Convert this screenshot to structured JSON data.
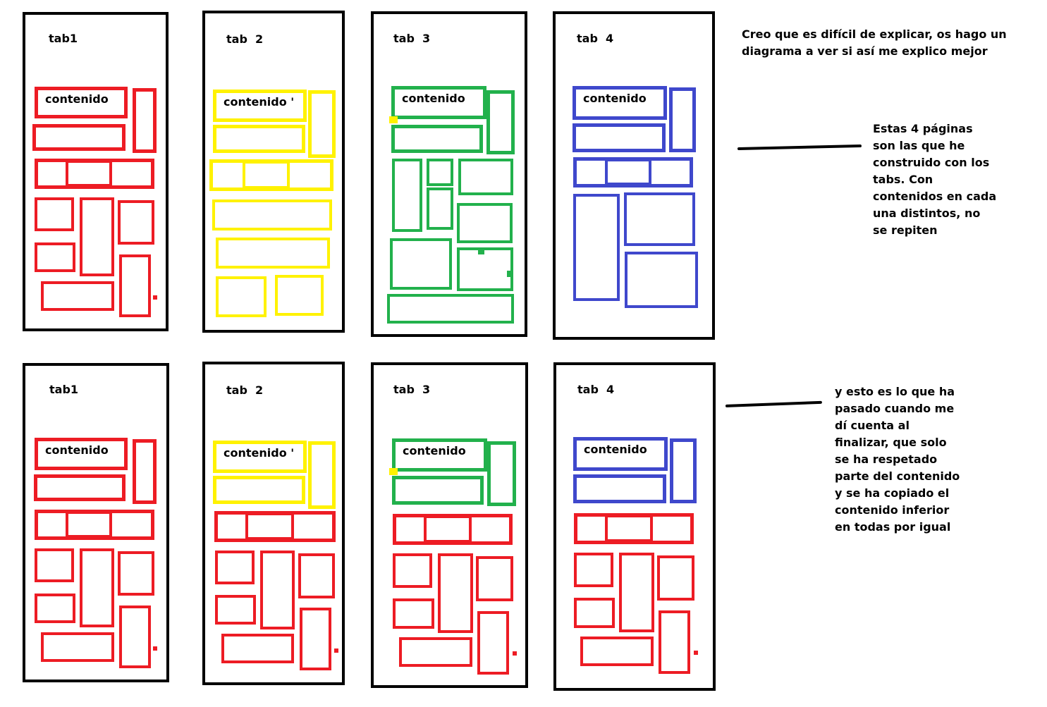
{
  "colors": {
    "red": "#ed1c24",
    "yellow": "#fff200",
    "green": "#22b14c",
    "blue": "#3f48cc",
    "frame": "#000000"
  },
  "notes": {
    "intro": [
      "Creo que es difícil de explicar, os hago un",
      "diagrama a ver si así me explico mejor"
    ],
    "top": [
      "Estas 4 páginas",
      "son las que he",
      "construido con los",
      "tabs. Con",
      "contenidos en cada",
      "una distintos, no",
      "se repiten"
    ],
    "bottom": [
      "y esto es lo que ha",
      "pasado cuando me",
      "dí cuenta al",
      "finalizar, que solo",
      "se ha respetado",
      "parte del contenido",
      "y se ha copiado el",
      "contenido inferior",
      "en todas por igual"
    ]
  },
  "panels": {
    "top_1": {
      "title": "tab1",
      "content_label": "contenido"
    },
    "top_2": {
      "title": "tab  2",
      "content_label": "contenido '"
    },
    "top_3": {
      "title": "tab  3",
      "content_label": "contenido"
    },
    "top_4": {
      "title": "tab  4",
      "content_label": "contenido"
    },
    "bottom_1": {
      "title": "tab1",
      "content_label": "contenido"
    },
    "bottom_2": {
      "title": "tab  2",
      "content_label": "contenido '"
    },
    "bottom_3": {
      "title": "tab  3",
      "content_label": "contenido"
    },
    "bottom_4": {
      "title": "tab  4",
      "content_label": "contenido"
    }
  }
}
